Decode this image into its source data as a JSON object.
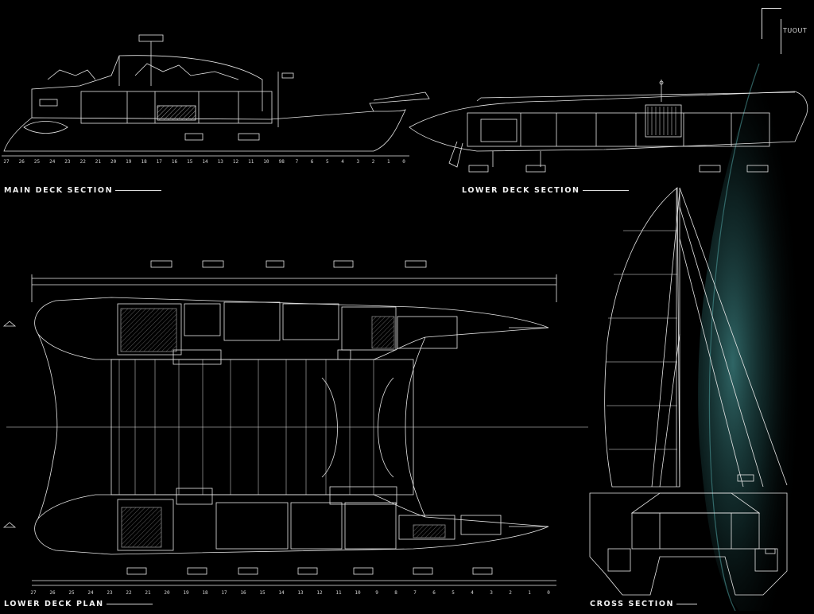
{
  "labels": {
    "main_deck_section": "MAIN DECK SECTION",
    "lower_deck_section": "LOWER DECK SECTION",
    "lower_deck_plan": "LOWER DECK PLAN",
    "cross_section": "CROSS SECTION"
  },
  "logo_text": "TUOUT",
  "frame_numbers_top": [
    "27",
    "26",
    "25",
    "24",
    "23",
    "22",
    "21",
    "20",
    "19",
    "18",
    "17",
    "16",
    "15",
    "14",
    "13",
    "12",
    "11",
    "10",
    "98",
    "7",
    "6",
    "5",
    "4",
    "3",
    "2",
    "1",
    "0"
  ],
  "frame_numbers_plan": [
    "27",
    "26",
    "25",
    "24",
    "23",
    "22",
    "21",
    "20",
    "19",
    "18",
    "17",
    "16",
    "15",
    "14",
    "13",
    "12",
    "11",
    "10",
    "9",
    "8",
    "7",
    "6",
    "5",
    "4",
    "3",
    "2",
    "1",
    "0"
  ],
  "colors": {
    "background": "#000000",
    "line": "#e6e6e6",
    "glow": "#2d6b6b"
  }
}
